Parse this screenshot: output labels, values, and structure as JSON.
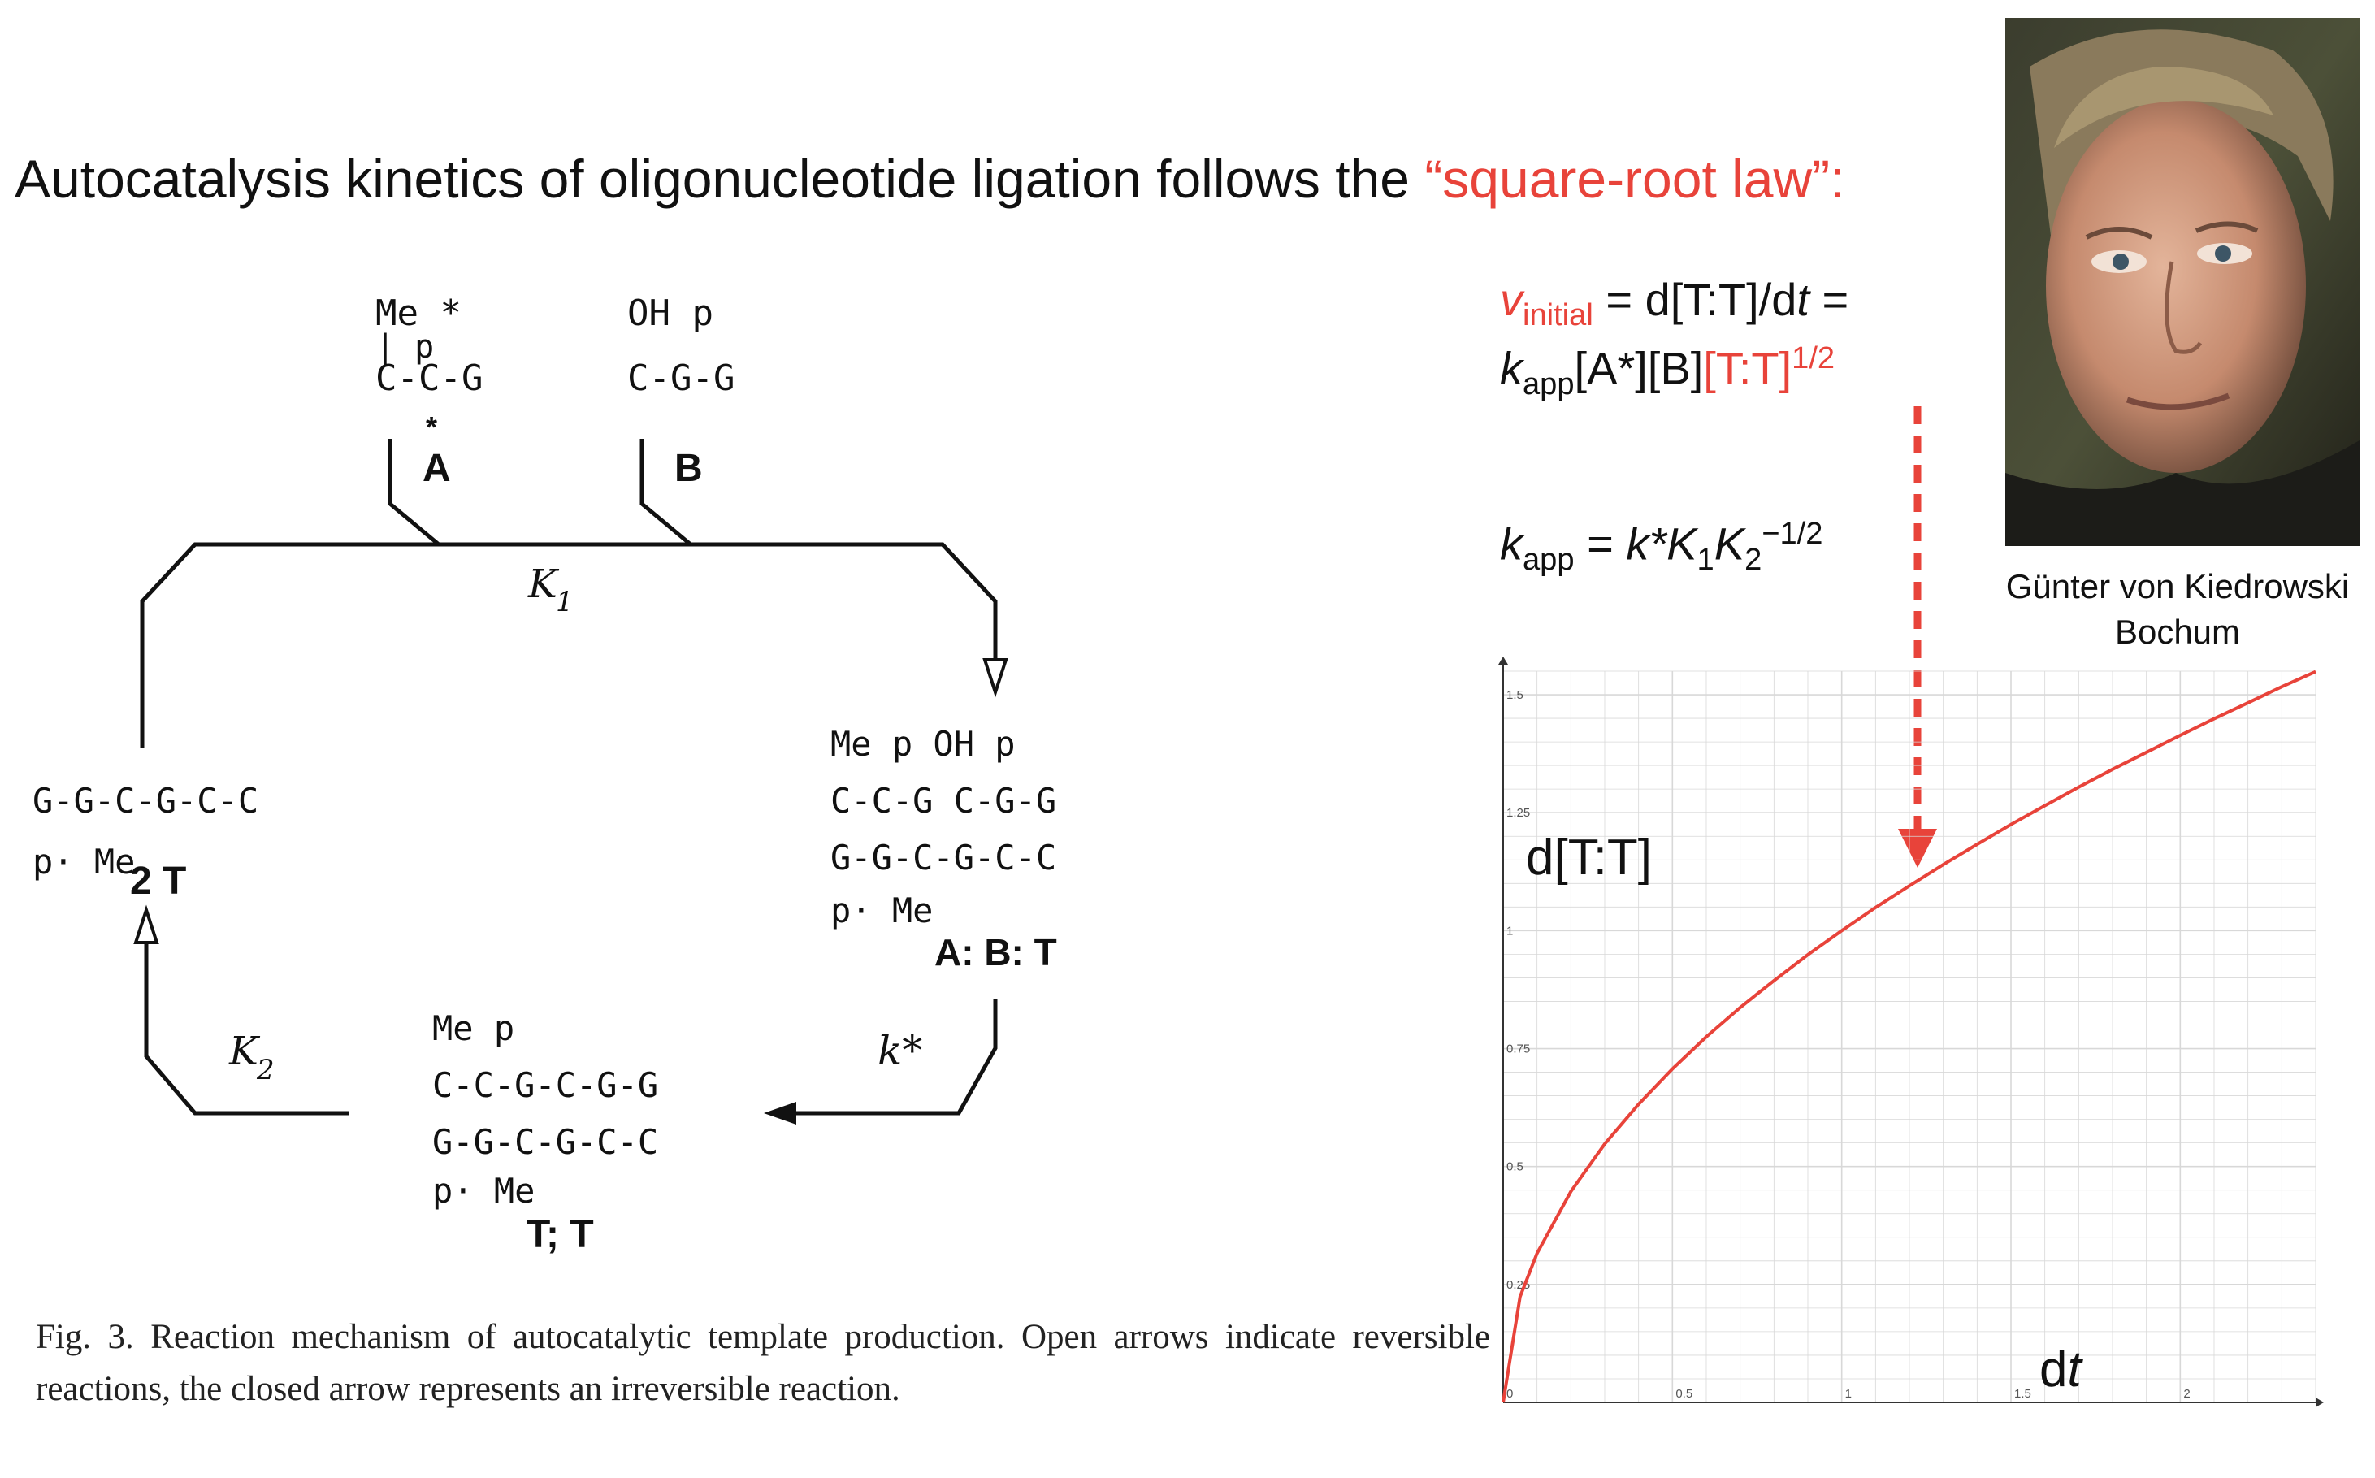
{
  "headline": {
    "text": "Autocatalysis kinetics of oligonucleotide ligation follows the ",
    "highlight": "“square-root law”:"
  },
  "equation1": {
    "v": "v",
    "v_sub": "initial",
    "rhs": " = d[T:T]/d",
    "t": "t",
    "end": " ="
  },
  "equation2": {
    "k": "k",
    "k_sub": "app",
    "mid": "[A*][B]",
    "tt": "[T:T]",
    "exp": "1/2"
  },
  "equation3": {
    "k": "k",
    "k_sub": "app",
    "eq": " = ",
    "kstar": "k*K",
    "sub1": "1",
    "K": "K",
    "sub2": "2",
    "exp": "−1/2"
  },
  "portrait": {
    "name": "Günter von Kiedrowski",
    "place": "Bochum"
  },
  "caption": "Fig. 3. Reaction mechanism of autocatalytic template production. Open arrows indicate reversible reactions, the closed arrow represents an irreversible reaction.",
  "diagram": {
    "labels": {
      "A": "A",
      "B": "B",
      "AB_T": "A: B: T",
      "TT": "T; T",
      "twoT": "2 T",
      "K1": "K",
      "K1_sub": "1",
      "K2": "K",
      "K2_sub": "2",
      "kstar": "k*"
    },
    "A_mol": {
      "r1": "Me      *",
      "r2": "|      p",
      "r3": "C-C-G"
    },
    "B_mol": {
      "r1": "OH   p",
      "r2": "C-G-G"
    },
    "ABT": {
      "r1": "Me   p  OH   p",
      "r2": "C-C-G  C-G-G",
      "r3": "G-G-C-G-C-C",
      "r4": "p·              Me"
    },
    "TT_mol": {
      "r1": "Me                p",
      "r2": "C-C-G-C-G-G",
      "r3": "G-G-C-G-C-C",
      "r4": "p·               Me"
    },
    "twoT_mol": {
      "r1": "G-G-C-G-C-C",
      "r2": "p·              Me"
    }
  },
  "chart_data": {
    "type": "line",
    "xlabel": "dt",
    "ylabel": "d[T:T]",
    "x_ticks": [
      "0",
      "0.5",
      "1",
      "1.5",
      "2"
    ],
    "y_ticks": [
      "0.25",
      "0.5",
      "0.75",
      "1",
      "1.25",
      "1.5"
    ],
    "xlim": [
      0,
      2.4
    ],
    "ylim": [
      0,
      1.55
    ],
    "x": [
      0,
      0.05,
      0.1,
      0.2,
      0.3,
      0.4,
      0.5,
      0.6,
      0.7,
      0.8,
      0.9,
      1.0,
      1.1,
      1.2,
      1.3,
      1.4,
      1.5,
      1.6,
      1.7,
      1.8,
      1.9,
      2.0,
      2.1,
      2.2,
      2.3,
      2.4
    ],
    "y": [
      0,
      0.224,
      0.316,
      0.447,
      0.548,
      0.632,
      0.707,
      0.775,
      0.837,
      0.894,
      0.949,
      1.0,
      1.049,
      1.095,
      1.14,
      1.183,
      1.225,
      1.265,
      1.304,
      1.342,
      1.378,
      1.414,
      1.449,
      1.483,
      1.517,
      1.549
    ],
    "grid": true,
    "colors": {
      "curve": "#e8433a",
      "marker": "#e8433a",
      "grid": "#d8d8d8"
    }
  }
}
